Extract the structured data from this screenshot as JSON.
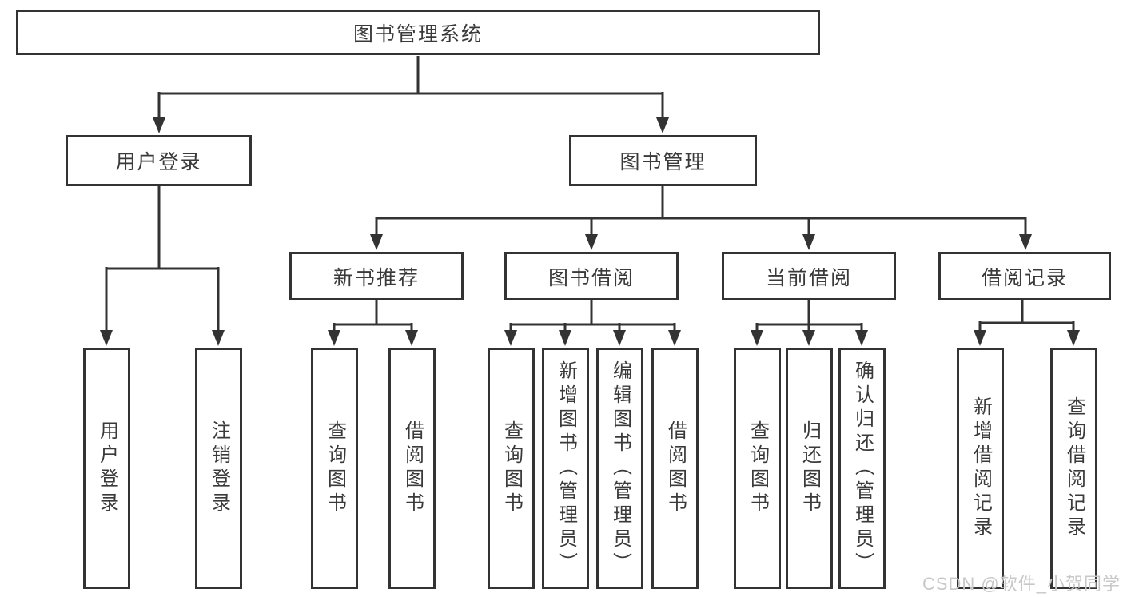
{
  "title": "图书管理系统",
  "level2": [
    "用户登录",
    "图书管理"
  ],
  "level3": [
    "新书推荐",
    "图书借阅",
    "当前借阅",
    "借阅记录"
  ],
  "leaves": {
    "user_login": [
      "用户登录",
      "注销登录"
    ],
    "new_books": [
      "查询图书",
      "借阅图书"
    ],
    "book_borrow": [
      "查询图书",
      "新增图书（管理员）",
      "编辑图书（管理员）",
      "借阅图书"
    ],
    "current_borrow": [
      "查询图书",
      "归还图书",
      "确认归还（管理员）"
    ],
    "borrow_records": [
      "新增借阅记录",
      "查询借阅记录"
    ]
  },
  "watermark": "CSDN @软件_小贺同学",
  "colors": {
    "line": "#333333",
    "text": "#3a3a3a",
    "watermark": "#c8c8c8"
  }
}
